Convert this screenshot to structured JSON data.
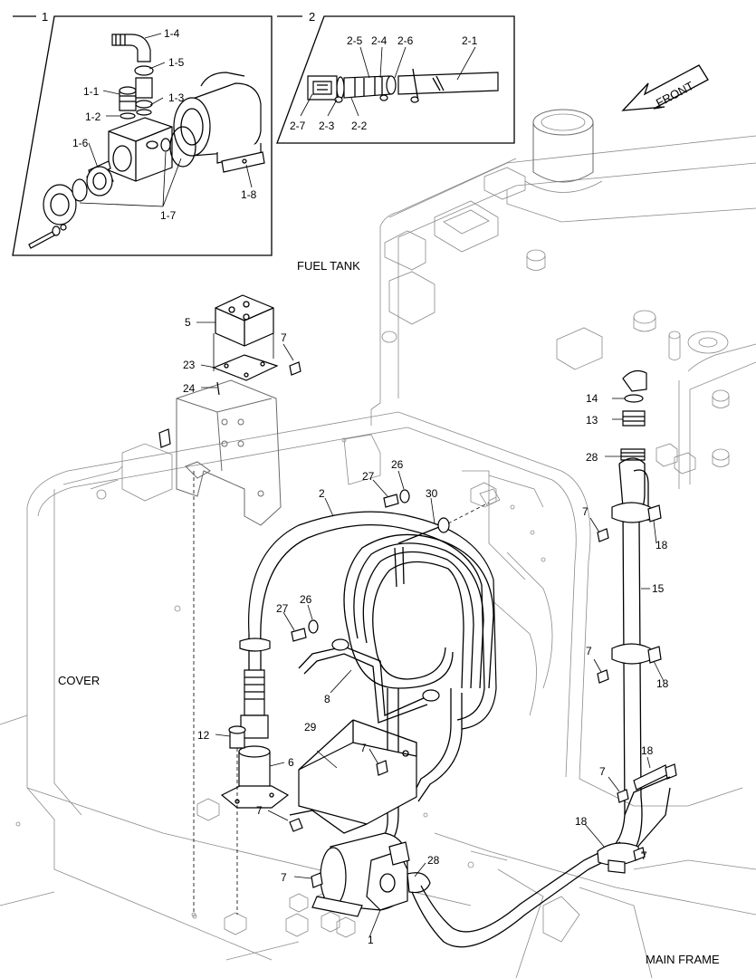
{
  "diagram": {
    "region_labels": {
      "fuel_tank": "FUEL TANK",
      "cover": "COVER",
      "main_frame": "MAIN FRAME",
      "front": "FRONT"
    },
    "inset_1": {
      "number": "1",
      "parts": {
        "p1_1": "1-1",
        "p1_2": "1-2",
        "p1_3": "1-3",
        "p1_4": "1-4",
        "p1_5": "1-5",
        "p1_6": "1-6",
        "p1_7": "1-7",
        "p1_8": "1-8"
      }
    },
    "inset_2": {
      "number": "2",
      "parts": {
        "p2_1": "2-1",
        "p2_2": "2-2",
        "p2_3": "2-3",
        "p2_4": "2-4",
        "p2_5": "2-5",
        "p2_6": "2-6",
        "p2_7": "2-7"
      }
    },
    "callouts": {
      "c1": "1",
      "c2": "2",
      "c5": "5",
      "c6": "6",
      "c7": "7",
      "c8": "8",
      "c12": "12",
      "c13": "13",
      "c14": "14",
      "c15": "15",
      "c18": "18",
      "c23": "23",
      "c24": "24",
      "c26": "26",
      "c27": "27",
      "c28": "28",
      "c29": "29",
      "c30": "30"
    }
  }
}
